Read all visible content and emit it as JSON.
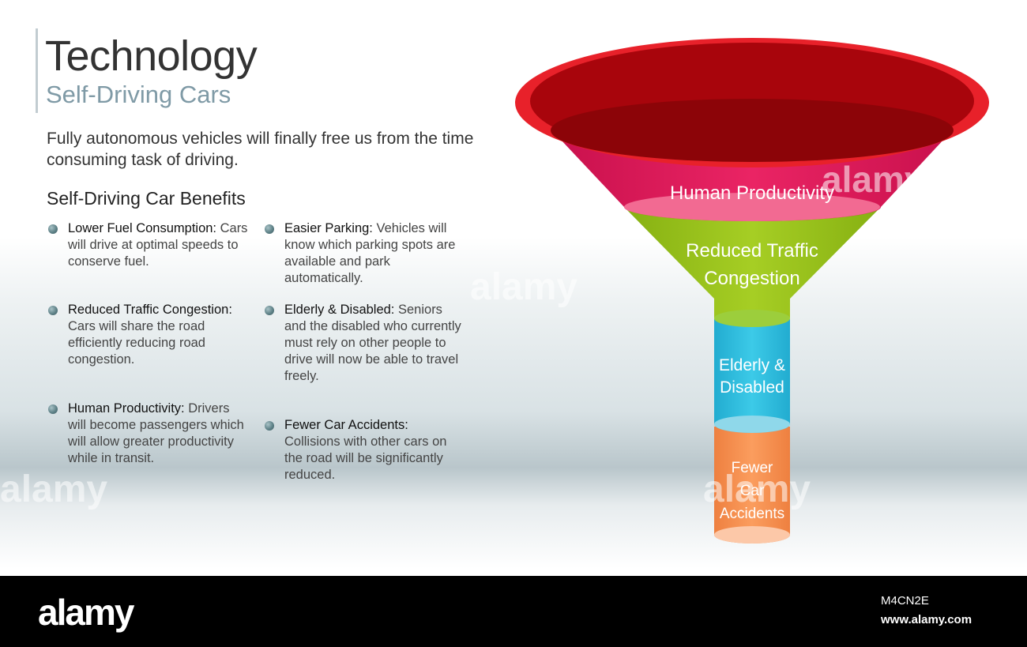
{
  "header": {
    "title": "Technology",
    "subtitle": "Self-Driving Cars"
  },
  "intro": "Fully autonomous vehicles will finally free us from the time consuming task of driving.",
  "benefits_heading": "Self-Driving Car Benefits",
  "benefits": [
    {
      "name": "Lower  Fuel Consumption:",
      "desc": " Cars will drive at optimal speeds to conserve fuel."
    },
    {
      "name": "Reduced Traffic Congestion:",
      "desc": " Cars will share the road efficiently reducing road congestion."
    },
    {
      "name": "Human Productivity:",
      "desc": " Drivers will become passengers which will allow greater productivity while in transit."
    },
    {
      "name": "Easier Parking:",
      "desc": " Vehicles will know which parking spots are available and park automatically."
    },
    {
      "name": "Elderly & Disabled:",
      "desc": " Seniors and the disabled who currently must rely on other people to drive will now be able to travel freely."
    },
    {
      "name": "Fewer Car Accidents:",
      "desc": " Collisions with other cars on the road will be significantly reduced."
    }
  ],
  "funnel": {
    "segments": [
      {
        "lines": [
          "Human Productivity"
        ],
        "color": "#e0185a"
      },
      {
        "lines": [
          "Reduced Traffic",
          "Congestion"
        ],
        "color": "#99c21c"
      },
      {
        "lines": [
          "Elderly &",
          "Disabled"
        ],
        "color": "#2fc0e0"
      },
      {
        "lines": [
          "Fewer",
          "Car",
          "Accidents"
        ],
        "color": "#f59050"
      }
    ],
    "rim_color": "#e8212a",
    "inner_color": "#a8050c"
  },
  "watermark": {
    "brand": "alamy",
    "image_code": "M4CN2E",
    "url": "www.alamy.com"
  }
}
